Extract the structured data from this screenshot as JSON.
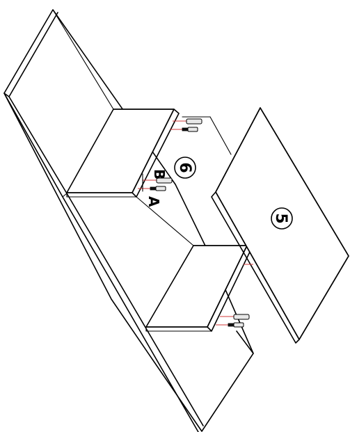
{
  "callouts": {
    "part_5": "5",
    "part_6": "6"
  },
  "hardware_labels": {
    "a": "A",
    "b": "B"
  },
  "colors": {
    "line": "#000000",
    "guide": "#d23a3a",
    "background": "#ffffff"
  },
  "icons": [
    "wooden-dowel-icon",
    "cam-bolt-icon"
  ]
}
